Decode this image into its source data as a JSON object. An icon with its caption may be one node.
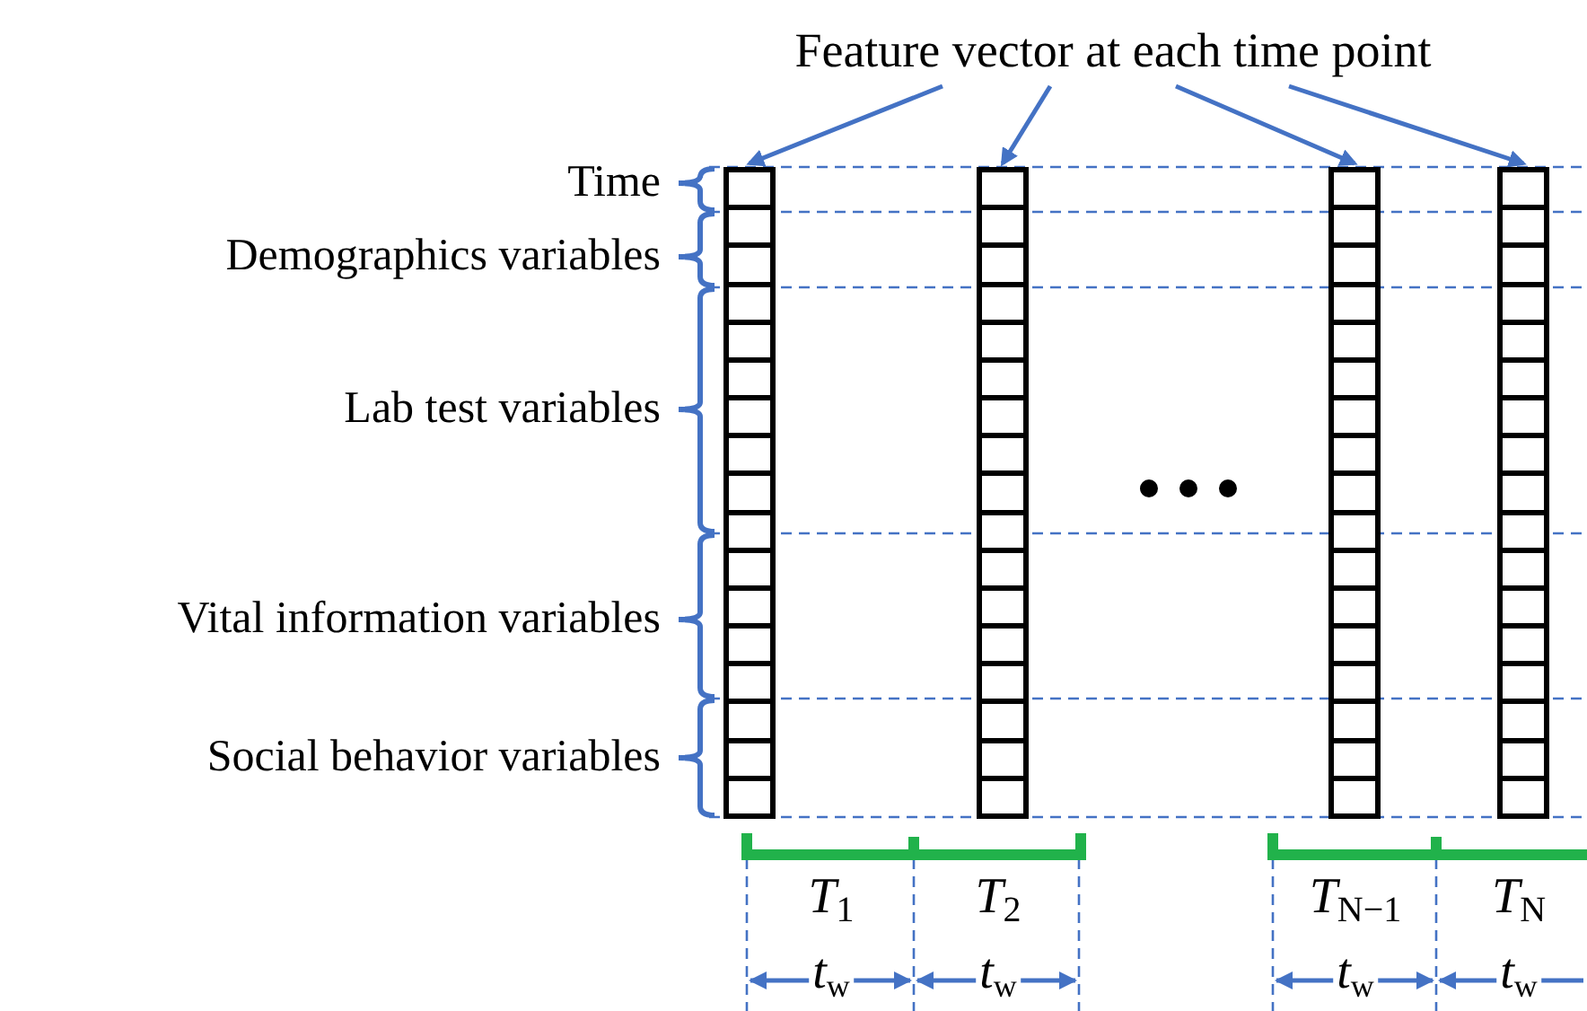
{
  "diagram": {
    "nodes": [
      {
        "text": [
          "Feature vector at each time point"
        ]
      },
      {
        "text": [],
        "shape": "bar"
      },
      {
        "text": [],
        "shape": "bar"
      },
      {
        "text": [],
        "shape": "bar"
      },
      {
        "text": [],
        "shape": "bar"
      }
    ],
    "edges": [
      {
        "from": 0,
        "to": 1,
        "arrow": "to"
      },
      {
        "from": 0,
        "to": 2,
        "arrow": "to"
      },
      {
        "from": 0,
        "to": 3,
        "arrow": "to"
      },
      {
        "from": 0,
        "to": 4,
        "arrow": "to"
      }
    ],
    "labels": [
      "Time",
      "Demographics variables",
      "Lab test variables",
      "Vital information variables",
      "Social behavior variables",
      "*T*$_{1}$",
      "*T*$_{2}$",
      "*T*$_{N−1}$",
      "*T*$_{N}$",
      "*t*$_{w}$",
      "*t*$_{w}$",
      "*t*$_{w}$",
      "*t*$_{w}$"
    ]
  }
}
